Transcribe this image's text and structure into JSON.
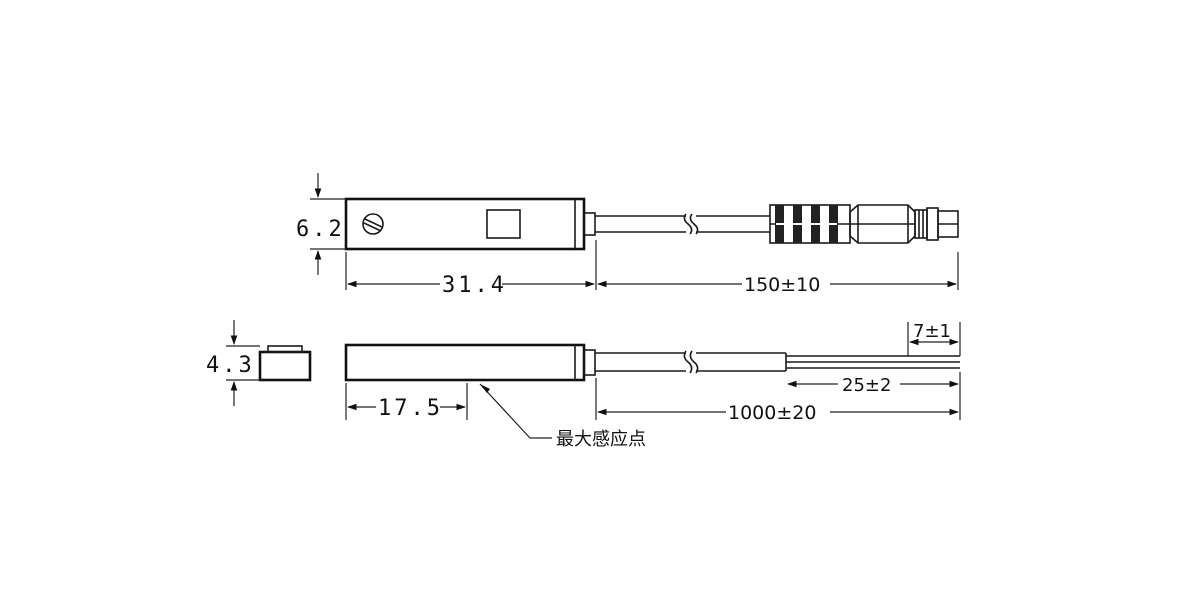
{
  "dimensions": {
    "height_top": "6.2",
    "body_length": "31.4",
    "cable_length_connector": "150±10",
    "height_side": "4.3",
    "sensing_point": "17.5",
    "cable_length_wire": "1000±20",
    "wire_strip_short": "7±1",
    "wire_strip_long": "25±2"
  },
  "annotations": {
    "max_sensing_point": "最大感应点"
  }
}
